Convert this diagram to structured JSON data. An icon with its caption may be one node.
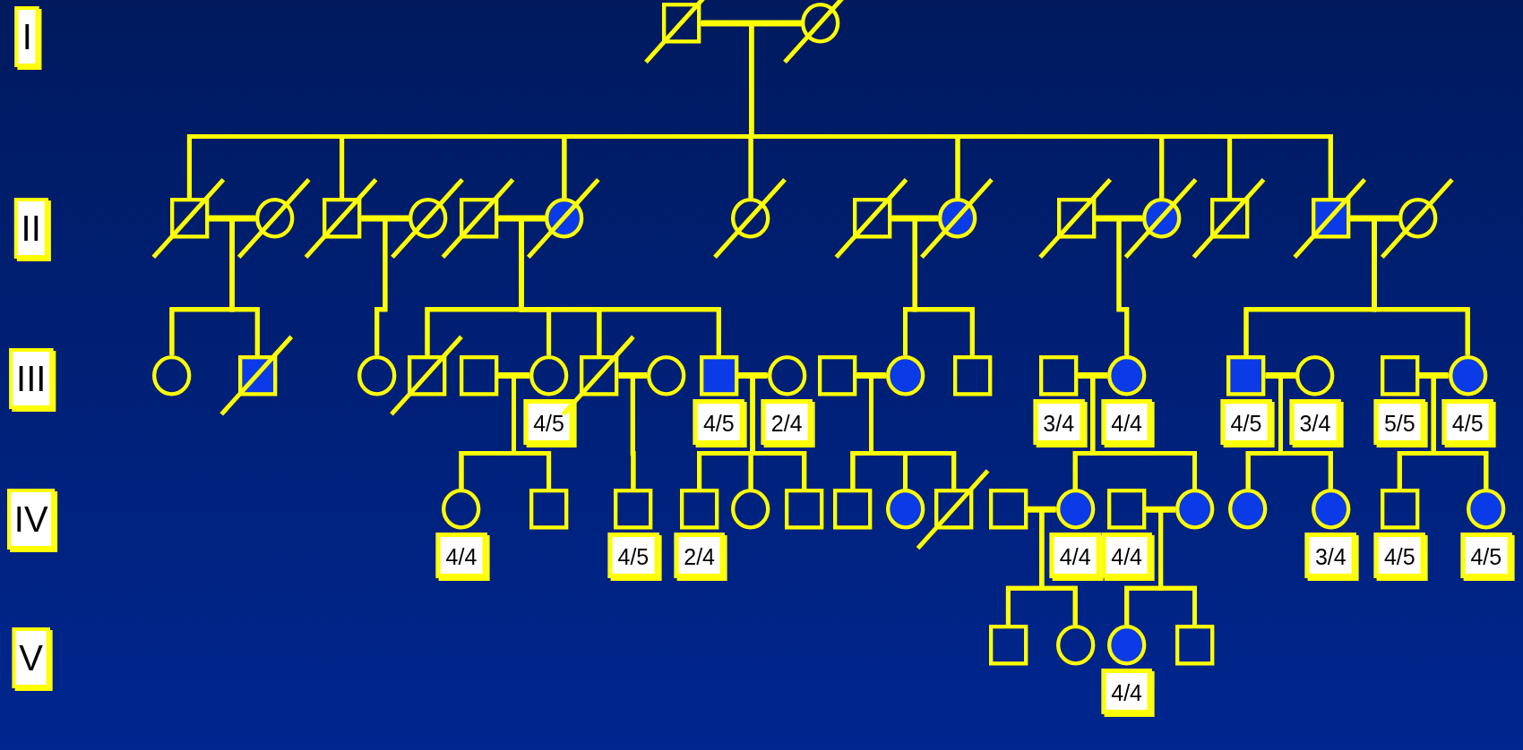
{
  "diagram": {
    "nodes": [
      {
        "text": [
          "I"
        ]
      },
      {
        "text": [],
        "shape": "box"
      },
      {
        "text": [],
        "shape": "circle"
      },
      {
        "text": [
          "II"
        ]
      },
      {
        "text": [],
        "shape": "box"
      },
      {
        "text": [],
        "shape": "circle"
      },
      {
        "text": [],
        "shape": "box"
      },
      {
        "text": [],
        "shape": "circle"
      },
      {
        "text": [],
        "shape": "box"
      },
      {
        "text": [],
        "shape": "circle"
      },
      {
        "text": [],
        "shape": "circle"
      },
      {
        "text": [],
        "shape": "box"
      },
      {
        "text": [],
        "shape": "circle"
      },
      {
        "text": [],
        "shape": "box"
      },
      {
        "text": [],
        "shape": "circle"
      },
      {
        "text": [],
        "shape": "box"
      },
      {
        "text": [],
        "shape": "box"
      },
      {
        "text": [],
        "shape": "circle"
      },
      {
        "text": [
          "III"
        ]
      },
      {
        "text": [],
        "shape": "circle"
      },
      {
        "text": [],
        "shape": "box"
      },
      {
        "text": [],
        "shape": "circle"
      },
      {
        "text": [],
        "shape": "box"
      },
      {
        "text": [],
        "shape": "box"
      },
      {
        "text": [],
        "shape": "circle",
        "beside": [
          "4/5"
        ]
      },
      {
        "text": [],
        "shape": "box"
      },
      {
        "text": [],
        "shape": "circle"
      },
      {
        "text": [],
        "shape": "box",
        "beside": [
          "4/5"
        ]
      },
      {
        "text": [],
        "shape": "circle",
        "beside": [
          "2/4"
        ]
      },
      {
        "text": [],
        "shape": "box"
      },
      {
        "text": [],
        "shape": "circle"
      },
      {
        "text": [],
        "shape": "box"
      },
      {
        "text": [],
        "shape": "box",
        "beside": [
          "3/4"
        ]
      },
      {
        "text": [],
        "shape": "circle",
        "beside": [
          "4/4"
        ]
      },
      {
        "text": [],
        "shape": "box",
        "beside": [
          "4/5"
        ]
      },
      {
        "text": [],
        "shape": "circle",
        "beside": [
          "3/4"
        ]
      },
      {
        "text": [],
        "shape": "box",
        "beside": [
          "5/5"
        ]
      },
      {
        "text": [],
        "shape": "circle",
        "beside": [
          "4/5"
        ]
      },
      {
        "text": [
          "IV"
        ]
      },
      {
        "text": [],
        "shape": "circle",
        "beside": [
          "4/4"
        ]
      },
      {
        "text": [],
        "shape": "box"
      },
      {
        "text": [],
        "shape": "box",
        "beside": [
          "4/5"
        ]
      },
      {
        "text": [],
        "shape": "box",
        "beside": [
          "2/4"
        ]
      },
      {
        "text": [],
        "shape": "circle"
      },
      {
        "text": [],
        "shape": "box"
      },
      {
        "text": [],
        "shape": "box"
      },
      {
        "text": [],
        "shape": "circle"
      },
      {
        "text": [],
        "shape": "box"
      },
      {
        "text": [],
        "shape": "box"
      },
      {
        "text": [],
        "shape": "circle",
        "beside": [
          "4/4"
        ]
      },
      {
        "text": [],
        "shape": "box",
        "beside": [
          "4/4"
        ]
      },
      {
        "text": [],
        "shape": "circle"
      },
      {
        "text": [],
        "shape": "circle"
      },
      {
        "text": [],
        "shape": "circle",
        "beside": [
          "3/4"
        ]
      },
      {
        "text": [],
        "shape": "box",
        "beside": [
          "4/5"
        ]
      },
      {
        "text": [],
        "shape": "circle",
        "beside": [
          "4/5"
        ]
      },
      {
        "text": [
          "V"
        ]
      },
      {
        "text": [],
        "shape": "box"
      },
      {
        "text": [],
        "shape": "circle"
      },
      {
        "text": [],
        "shape": "circle",
        "beside": [
          "4/4"
        ]
      },
      {
        "text": [],
        "shape": "box"
      }
    ],
    "edges": [
      {
        "from": 1,
        "to": 2,
        "arrow": "none"
      },
      {
        "from": 1,
        "to": 4,
        "arrow": "none"
      },
      {
        "from": 2,
        "to": 4,
        "arrow": "none"
      },
      {
        "from": 1,
        "to": 6,
        "arrow": "none"
      },
      {
        "from": 2,
        "to": 6,
        "arrow": "none"
      },
      {
        "from": 1,
        "to": 9,
        "arrow": "none"
      },
      {
        "from": 2,
        "to": 9,
        "arrow": "none"
      },
      {
        "from": 1,
        "to": 10,
        "arrow": "none"
      },
      {
        "from": 2,
        "to": 10,
        "arrow": "none"
      },
      {
        "from": 1,
        "to": 12,
        "arrow": "none"
      },
      {
        "from": 2,
        "to": 12,
        "arrow": "none"
      },
      {
        "from": 1,
        "to": 14,
        "arrow": "none"
      },
      {
        "from": 2,
        "to": 14,
        "arrow": "none"
      },
      {
        "from": 1,
        "to": 15,
        "arrow": "none"
      },
      {
        "from": 2,
        "to": 15,
        "arrow": "none"
      },
      {
        "from": 1,
        "to": 16,
        "arrow": "none"
      },
      {
        "from": 2,
        "to": 16,
        "arrow": "none"
      },
      {
        "from": 4,
        "to": 5,
        "arrow": "none"
      },
      {
        "from": 4,
        "to": 19,
        "arrow": "none"
      },
      {
        "from": 5,
        "to": 19,
        "arrow": "none"
      },
      {
        "from": 4,
        "to": 20,
        "arrow": "none"
      },
      {
        "from": 5,
        "to": 20,
        "arrow": "none"
      },
      {
        "from": 6,
        "to": 7,
        "arrow": "none"
      },
      {
        "from": 6,
        "to": 21,
        "arrow": "none"
      },
      {
        "from": 7,
        "to": 21,
        "arrow": "none"
      },
      {
        "from": 8,
        "to": 9,
        "arrow": "none"
      },
      {
        "from": 8,
        "to": 22,
        "arrow": "none"
      },
      {
        "from": 9,
        "to": 22,
        "arrow": "none"
      },
      {
        "from": 8,
        "to": 24,
        "arrow": "none"
      },
      {
        "from": 9,
        "to": 24,
        "arrow": "none"
      },
      {
        "from": 8,
        "to": 25,
        "arrow": "none"
      },
      {
        "from": 9,
        "to": 25,
        "arrow": "none"
      },
      {
        "from": 8,
        "to": 27,
        "arrow": "none"
      },
      {
        "from": 9,
        "to": 27,
        "arrow": "none"
      },
      {
        "from": 11,
        "to": 12,
        "arrow": "none"
      },
      {
        "from": 11,
        "to": 30,
        "arrow": "none"
      },
      {
        "from": 12,
        "to": 30,
        "arrow": "none"
      },
      {
        "from": 11,
        "to": 31,
        "arrow": "none"
      },
      {
        "from": 12,
        "to": 31,
        "arrow": "none"
      },
      {
        "from": 13,
        "to": 14,
        "arrow": "none"
      },
      {
        "from": 13,
        "to": 33,
        "arrow": "none"
      },
      {
        "from": 14,
        "to": 33,
        "arrow": "none"
      },
      {
        "from": 16,
        "to": 17,
        "arrow": "none"
      },
      {
        "from": 16,
        "to": 34,
        "arrow": "none"
      },
      {
        "from": 17,
        "to": 34,
        "arrow": "none"
      },
      {
        "from": 16,
        "to": 37,
        "arrow": "none"
      },
      {
        "from": 17,
        "to": 37,
        "arrow": "none"
      },
      {
        "from": 23,
        "to": 24,
        "arrow": "none"
      },
      {
        "from": 23,
        "to": 39,
        "arrow": "none"
      },
      {
        "from": 24,
        "to": 39,
        "arrow": "none"
      },
      {
        "from": 23,
        "to": 40,
        "arrow": "none"
      },
      {
        "from": 24,
        "to": 40,
        "arrow": "none"
      },
      {
        "from": 25,
        "to": 26,
        "arrow": "none"
      },
      {
        "from": 25,
        "to": 41,
        "arrow": "none"
      },
      {
        "from": 26,
        "to": 41,
        "arrow": "none"
      },
      {
        "from": 27,
        "to": 28,
        "arrow": "none"
      },
      {
        "from": 27,
        "to": 42,
        "arrow": "none"
      },
      {
        "from": 28,
        "to": 42,
        "arrow": "none"
      },
      {
        "from": 27,
        "to": 43,
        "arrow": "none"
      },
      {
        "from": 28,
        "to": 43,
        "arrow": "none"
      },
      {
        "from": 27,
        "to": 44,
        "arrow": "none"
      },
      {
        "from": 28,
        "to": 44,
        "arrow": "none"
      },
      {
        "from": 29,
        "to": 30,
        "arrow": "none"
      },
      {
        "from": 29,
        "to": 45,
        "arrow": "none"
      },
      {
        "from": 30,
        "to": 45,
        "arrow": "none"
      },
      {
        "from": 29,
        "to": 46,
        "arrow": "none"
      },
      {
        "from": 30,
        "to": 46,
        "arrow": "none"
      },
      {
        "from": 29,
        "to": 47,
        "arrow": "none"
      },
      {
        "from": 30,
        "to": 47,
        "arrow": "none"
      },
      {
        "from": 32,
        "to": 33,
        "arrow": "none"
      },
      {
        "from": 32,
        "to": 49,
        "arrow": "none"
      },
      {
        "from": 33,
        "to": 49,
        "arrow": "none"
      },
      {
        "from": 32,
        "to": 51,
        "arrow": "none"
      },
      {
        "from": 33,
        "to": 51,
        "arrow": "none"
      },
      {
        "from": 34,
        "to": 35,
        "arrow": "none"
      },
      {
        "from": 34,
        "to": 52,
        "arrow": "none"
      },
      {
        "from": 35,
        "to": 52,
        "arrow": "none"
      },
      {
        "from": 34,
        "to": 53,
        "arrow": "none"
      },
      {
        "from": 35,
        "to": 53,
        "arrow": "none"
      },
      {
        "from": 36,
        "to": 37,
        "arrow": "none"
      },
      {
        "from": 36,
        "to": 54,
        "arrow": "none"
      },
      {
        "from": 37,
        "to": 54,
        "arrow": "none"
      },
      {
        "from": 36,
        "to": 55,
        "arrow": "none"
      },
      {
        "from": 37,
        "to": 55,
        "arrow": "none"
      },
      {
        "from": 48,
        "to": 49,
        "arrow": "none"
      },
      {
        "from": 48,
        "to": 57,
        "arrow": "none"
      },
      {
        "from": 49,
        "to": 57,
        "arrow": "none"
      },
      {
        "from": 48,
        "to": 58,
        "arrow": "none"
      },
      {
        "from": 49,
        "to": 58,
        "arrow": "none"
      },
      {
        "from": 50,
        "to": 51,
        "arrow": "none"
      },
      {
        "from": 50,
        "to": 59,
        "arrow": "none"
      },
      {
        "from": 51,
        "to": 59,
        "arrow": "none"
      },
      {
        "from": 50,
        "to": 60,
        "arrow": "none"
      },
      {
        "from": 51,
        "to": 60,
        "arrow": "none"
      }
    ]
  }
}
